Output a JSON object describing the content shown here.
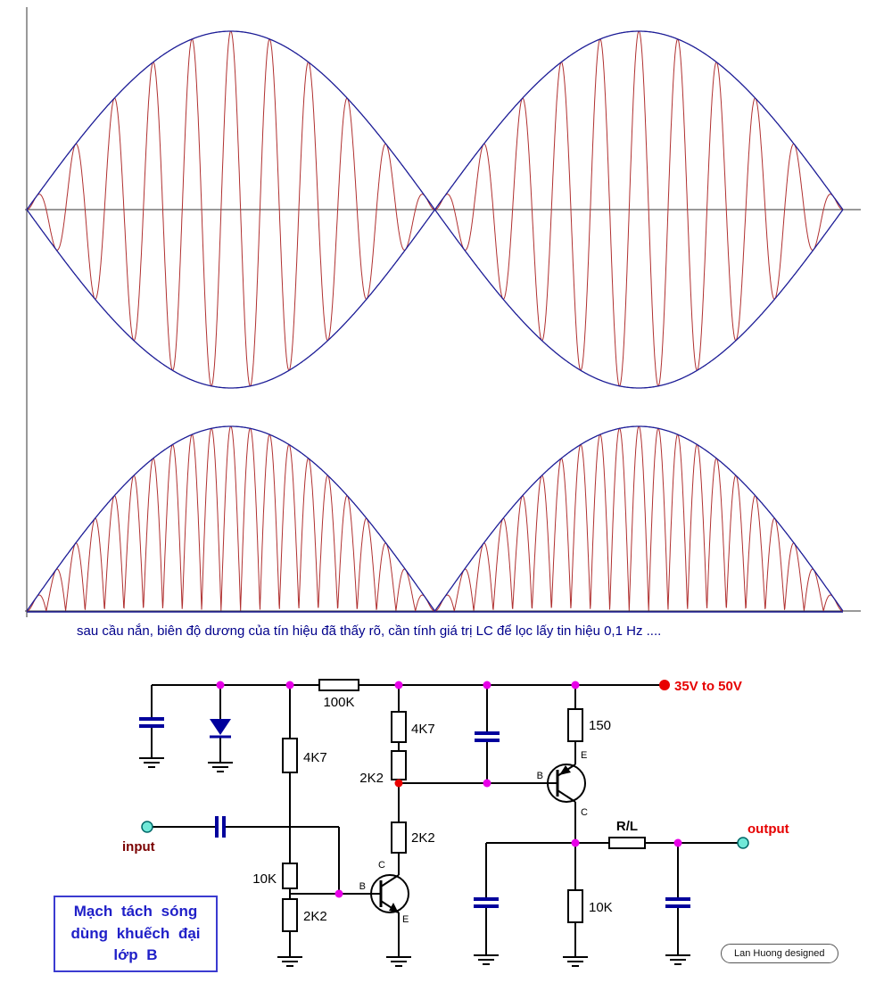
{
  "caption": "sau cầu nắn, biên độ dương của tín hiệu đã thấy rõ, cần tính giá trị LC để lọc lấy tin hiệu 0,1 Hz ....",
  "waveforms": {
    "description": "AM signal: modulated carrier with envelopes (top) and full-wave rectified signal (bottom)",
    "lobes": 2,
    "carrier_cycles": 21,
    "carrier_color": "#b03030",
    "envelope_color": "#1c1c96",
    "axis_color": "#333333"
  },
  "circuit": {
    "supply_label": "35V to 50V",
    "input_label": "input",
    "output_label": "output",
    "labels": {
      "r100k": "100K",
      "r4k7_bias": "4K7",
      "r4k7_load": "4K7",
      "r2k2_upper": "2K2",
      "r2k2_collector": "2K2",
      "r150": "150",
      "r10k_bias": "10K",
      "r2k2_emitter": "2K2",
      "r10k_out": "10K",
      "rl": "R/L"
    },
    "pins": {
      "b": "B",
      "c": "C",
      "e": "E"
    },
    "colors": {
      "wire": "#000000",
      "junction_dot": "#e800e8",
      "node_dot_red": "#e80000",
      "supply_dot": "#e80000",
      "terminal_fill": "#70e8d8",
      "component_blue": "#00009c"
    },
    "title_box": [
      "Mạch tách sóng",
      "dùng khuếch đại",
      "lớp B"
    ],
    "credit": "Lan Huong designed"
  }
}
